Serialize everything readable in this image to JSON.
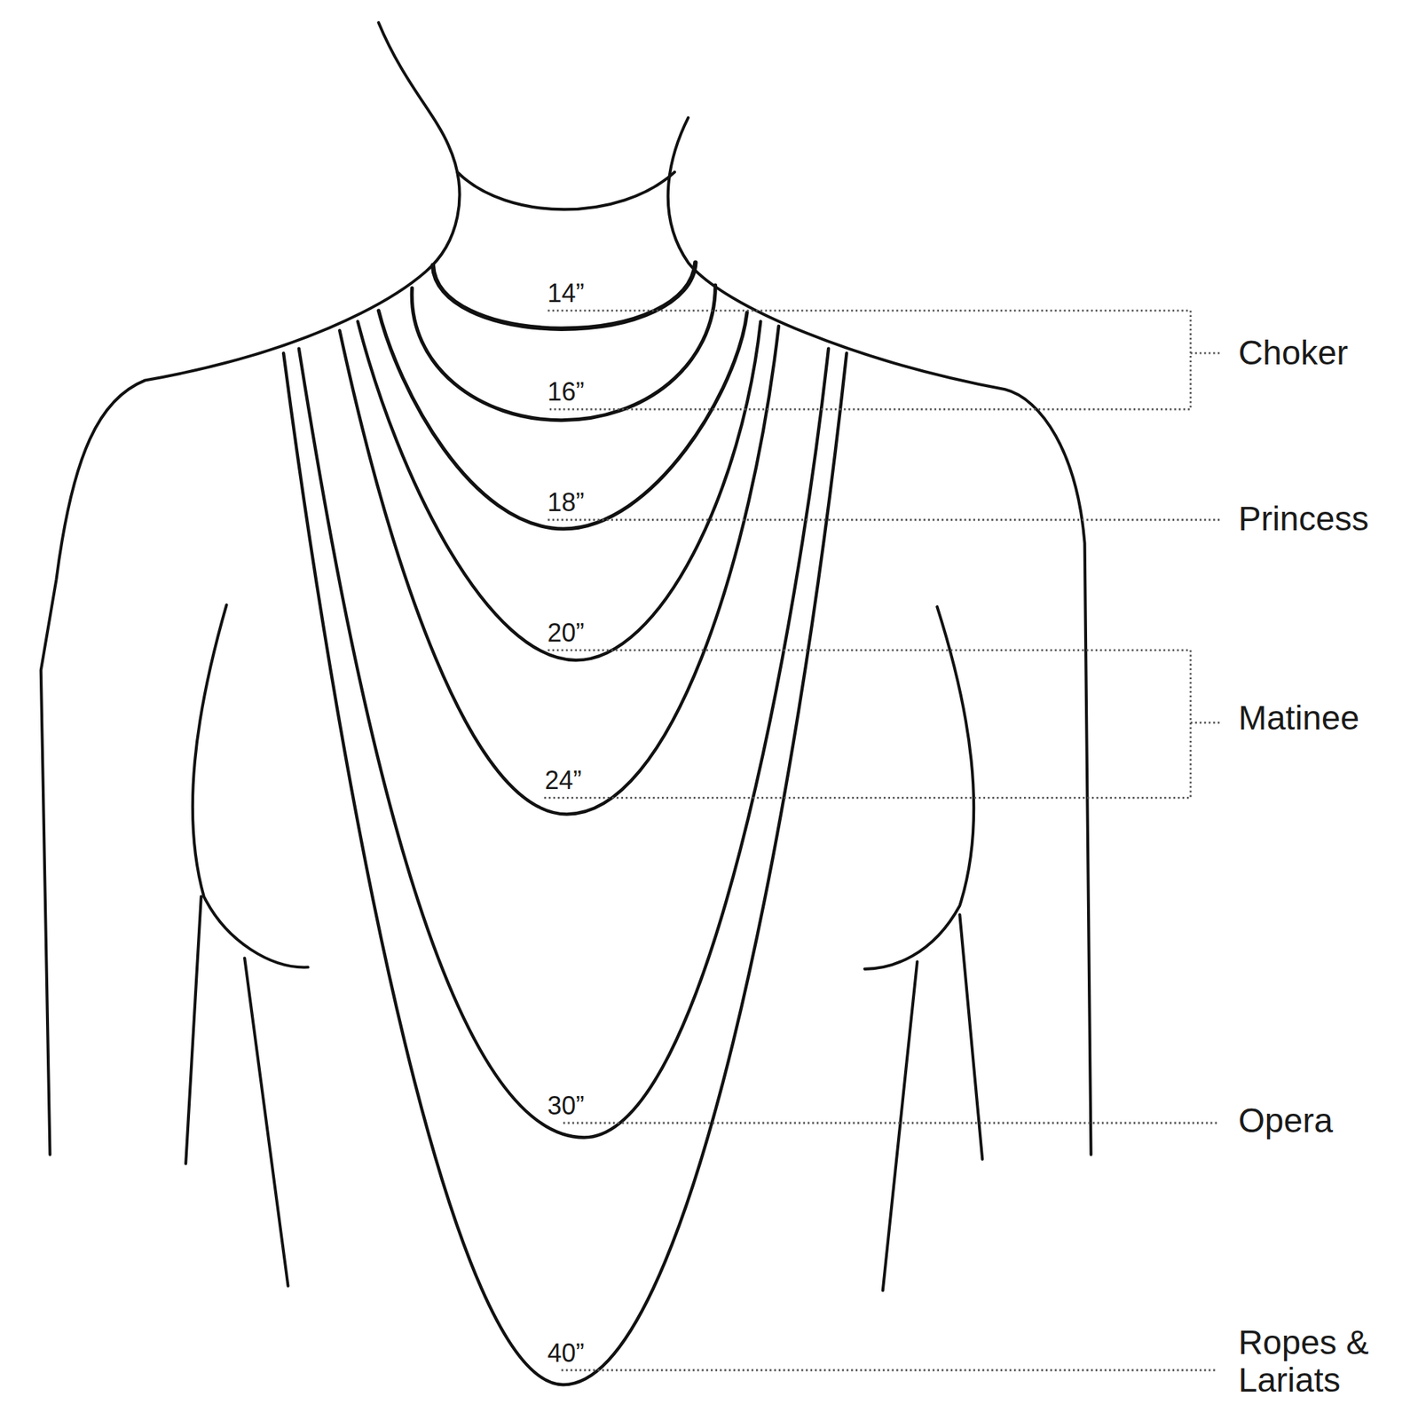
{
  "diagram": {
    "labels": [
      "14”",
      "16”",
      "18”",
      "20”",
      "24”",
      "30”",
      "40”",
      "Choker",
      "Princess",
      "Matinee",
      "Opera",
      "Ropes & Lariats"
    ]
  }
}
